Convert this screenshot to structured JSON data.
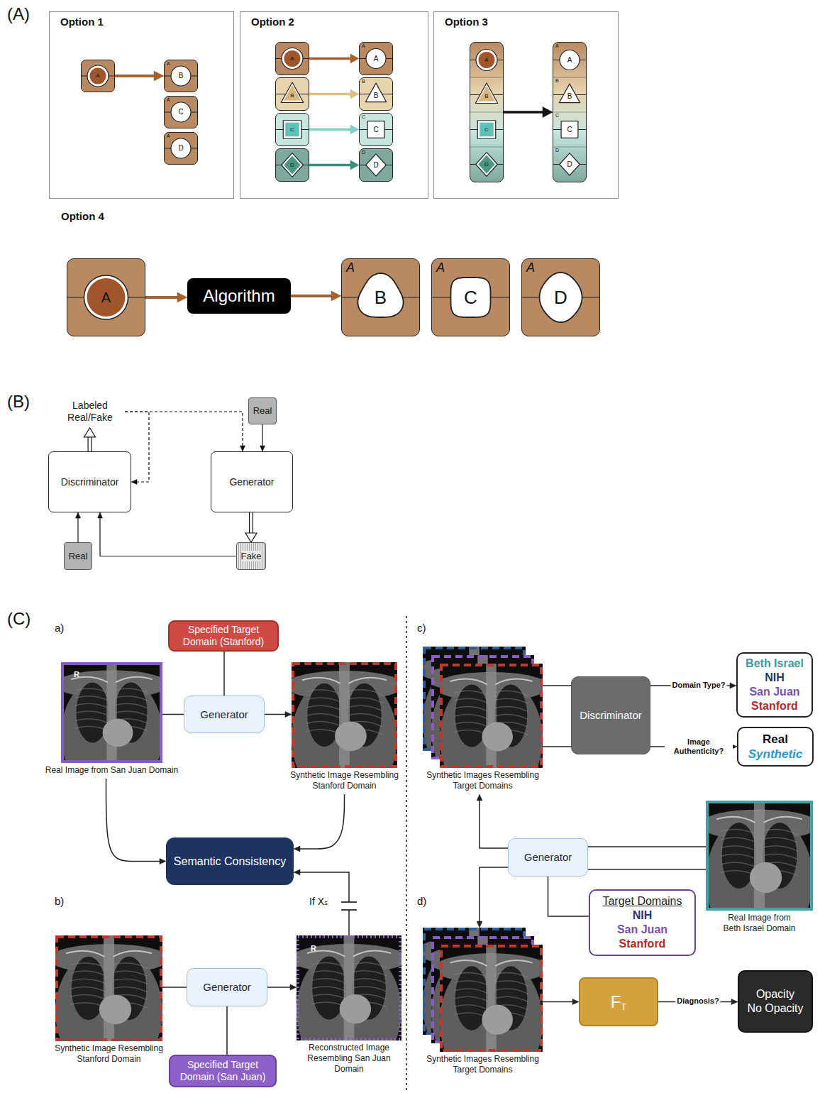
{
  "diagram": {
    "nodes": [
      {
        "text": [
          "Option 1"
        ]
      },
      {
        "text": [
          "A"
        ],
        "in": 0
      },
      {
        "text": [
          "A",
          "B"
        ],
        "in": 0
      },
      {
        "text": [
          "A",
          "C"
        ],
        "in": 0
      },
      {
        "text": [
          "A",
          "D"
        ],
        "in": 0
      },
      {
        "text": [
          "Option 2"
        ]
      },
      {
        "text": [
          "A"
        ],
        "in": 5
      },
      {
        "text": [
          "A",
          "A"
        ],
        "in": 5
      },
      {
        "text": [
          "B"
        ],
        "in": 5
      },
      {
        "text": [
          "B",
          "B"
        ],
        "in": 5
      },
      {
        "text": [
          "C"
        ],
        "in": 5
      },
      {
        "text": [
          "C",
          "C"
        ],
        "in": 5
      },
      {
        "text": [
          "D"
        ],
        "in": 5
      },
      {
        "text": [
          "D",
          "D"
        ],
        "in": 5
      },
      {
        "text": [
          "Option 3"
        ]
      },
      {
        "text": [
          "A",
          "B",
          "C",
          "D"
        ],
        "in": 14
      },
      {
        "text": [
          "A",
          "A",
          "B",
          "B",
          "C",
          "C",
          "D",
          "D"
        ],
        "in": 14
      },
      {
        "text": [
          "A"
        ]
      },
      {
        "text": [
          "Algorithm"
        ]
      },
      {
        "text": [
          "A",
          "B"
        ]
      },
      {
        "text": [
          "A",
          "C"
        ]
      },
      {
        "text": [
          "A",
          "D"
        ]
      },
      {
        "text": [
          "Labeled Real/Fake"
        ]
      },
      {
        "text": [
          "Real"
        ]
      },
      {
        "text": [
          "Discriminator"
        ]
      },
      {
        "text": [
          "Generator"
        ]
      },
      {
        "text": [
          "Real"
        ]
      },
      {
        "text": [
          "Fake"
        ]
      },
      {
        "text": [
          "Specified Target Domain (Stanford)"
        ]
      },
      {
        "text": [
          "Real Image from San Juan Domain"
        ]
      },
      {
        "text": [
          "Generator"
        ]
      },
      {
        "text": [
          "Synthetic Image Resembling Stanford Domain"
        ]
      },
      {
        "text": [
          "Semantic Consistency"
        ]
      },
      {
        "text": [
          "Synthetic Image Resembling Stanford Domain"
        ]
      },
      {
        "text": [
          "Generator"
        ]
      },
      {
        "text": [
          "Reconstructed Image Resembling San Juan Domain"
        ]
      },
      {
        "text": [
          "Specified Target Domain (San Juan)"
        ]
      },
      {
        "text": [
          "Synthetic Images Resembling Target Domains"
        ]
      },
      {
        "text": [
          "Discriminator"
        ]
      },
      {
        "text": [
          "Beth Israel",
          "NIH",
          "San Juan",
          "Stanford"
        ]
      },
      {
        "text": [
          "Real",
          "Synthetic"
        ]
      },
      {
        "text": [
          "Generator"
        ]
      },
      {
        "text": [
          "Real Image from Beth Israel Domain"
        ]
      },
      {
        "text": [
          "Target Domains",
          "NIH",
          "San Juan",
          "Stanford"
        ]
      },
      {
        "text": [
          "Synthetic Images Resembling Target Domains"
        ]
      },
      {
        "text": [
          "F",
          "T"
        ]
      },
      {
        "text": [
          "Opacity",
          "No Opacity"
        ]
      }
    ],
    "edges": [
      {
        "from": 1,
        "to": 2,
        "arrow": "to"
      },
      {
        "from": 6,
        "to": 7,
        "arrow": "to"
      },
      {
        "from": 8,
        "to": 9,
        "arrow": "to"
      },
      {
        "from": 10,
        "to": 11,
        "arrow": "to"
      },
      {
        "from": 12,
        "to": 13,
        "arrow": "to"
      },
      {
        "from": 15,
        "to": 16,
        "arrow": "to"
      },
      {
        "from": 17,
        "to": 18,
        "arrow": "to"
      },
      {
        "from": 18,
        "to": 19,
        "arrow": "to"
      },
      {
        "from": 24,
        "to": 22,
        "arrow": "to"
      },
      {
        "from": 22,
        "to": 25,
        "arrow": "to"
      },
      {
        "from": 22,
        "to": 24,
        "arrow": "to"
      },
      {
        "from": 23,
        "to": 25,
        "arrow": "to"
      },
      {
        "from": 25,
        "to": 27,
        "arrow": "to"
      },
      {
        "from": 26,
        "to": 24,
        "arrow": "to"
      },
      {
        "from": 27,
        "to": 24,
        "arrow": "to"
      },
      {
        "from": 29,
        "to": 30,
        "arrow": "none"
      },
      {
        "from": 28,
        "to": 30,
        "arrow": "none"
      },
      {
        "from": 30,
        "to": 31,
        "arrow": "to"
      },
      {
        "from": 29,
        "to": 32,
        "arrow": "to"
      },
      {
        "from": 31,
        "to": 32,
        "arrow": "to"
      },
      {
        "from": 33,
        "to": 34,
        "arrow": "none"
      },
      {
        "from": 36,
        "to": 34,
        "arrow": "none"
      },
      {
        "from": 34,
        "to": 35,
        "arrow": "to"
      },
      {
        "from": 35,
        "to": 32,
        "label": "If Xₛ",
        "arrow": "to"
      },
      {
        "from": 42,
        "to": 41,
        "arrow": "none"
      },
      {
        "from": 43,
        "to": 41,
        "arrow": "none"
      },
      {
        "from": 41,
        "to": 37,
        "arrow": "to"
      },
      {
        "from": 41,
        "to": 44,
        "arrow": "to"
      },
      {
        "from": 37,
        "to": 38,
        "arrow": "none"
      },
      {
        "from": 38,
        "to": 39,
        "label": "Domain Type?",
        "arrow": "to"
      },
      {
        "from": 38,
        "to": 40,
        "label": "Image Authenticity?",
        "arrow": "to"
      },
      {
        "from": 44,
        "to": 45,
        "arrow": "to"
      },
      {
        "from": 45,
        "to": 46,
        "label": "Diagnosis?",
        "arrow": "to"
      }
    ],
    "labels": [
      "(A)",
      "Option 4",
      "(B)",
      "(C)",
      "a)",
      "b)",
      "c)",
      "d)",
      "R",
      "R"
    ]
  }
}
